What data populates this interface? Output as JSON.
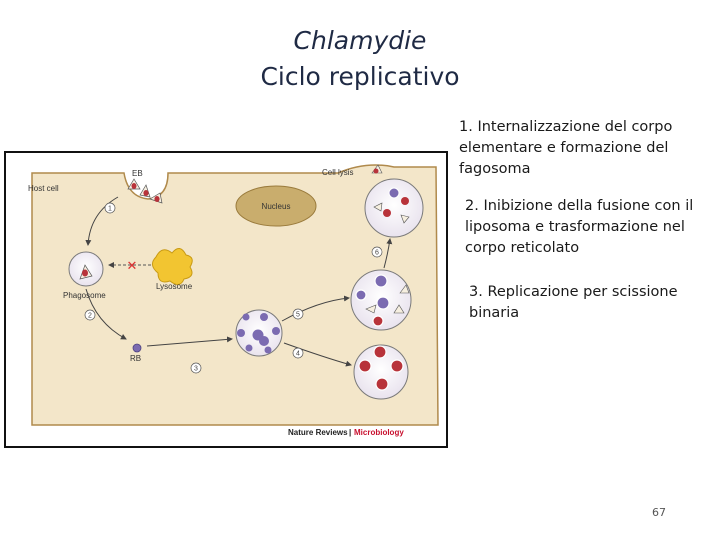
{
  "title": {
    "line1": "Chlamydie",
    "line2": "Ciclo replicativo"
  },
  "notes": [
    "1. Internalizzazione del corpo elementare e formazione del fagosoma",
    "2. Inibizione della fusione con il liposoma e trasformazione nel corpo reticolato",
    "3. Replicazione per scissione binaria"
  ],
  "page_number": "67",
  "figure": {
    "labels": {
      "host_cell": "Host cell",
      "eb": "EB",
      "cell_lysis": "Cell lysis",
      "nucleus": "Nucleus",
      "phagosome": "Phagosome",
      "lysosome": "Lysosome",
      "rb": "RB"
    },
    "step_numbers": [
      "1",
      "2",
      "3",
      "4",
      "5",
      "6"
    ],
    "credit_journal": "Nature Reviews",
    "credit_separator": "|",
    "credit_section": "Microbiology",
    "colors": {
      "cytoplasm": "#f3e6c9",
      "nucleus": "#c9ad6d",
      "lysosome": "#f2c531",
      "eb_red": "#b8333a",
      "rb_purple": "#7b6bb1",
      "credit_red": "#c8102e"
    }
  }
}
